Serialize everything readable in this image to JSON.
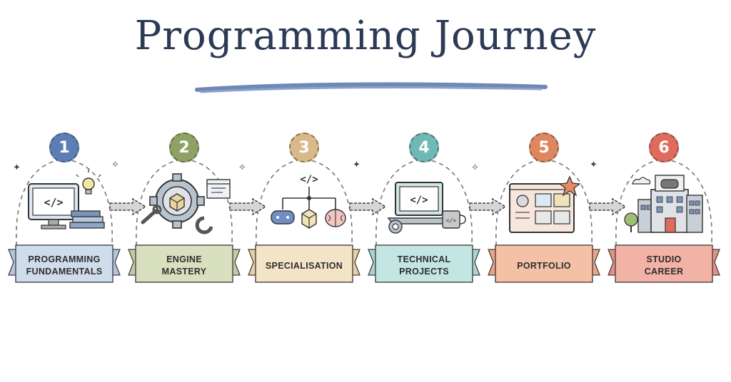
{
  "title": "Programming Journey",
  "stages": [
    {
      "number": "1",
      "line1": "PROGRAMMING",
      "line2": "FUNDAMENTALS",
      "color": "#5b7fb5",
      "banner": "#cfdcec"
    },
    {
      "number": "2",
      "line1": "ENGINE",
      "line2": "MASTERY",
      "color": "#8ea264",
      "banner": "#d9e0c0"
    },
    {
      "number": "3",
      "line1": "SPECIALISATION",
      "line2": "",
      "color": "#d9b98a",
      "banner": "#f3e3c7"
    },
    {
      "number": "4",
      "line1": "TECHNICAL",
      "line2": "PROJECTS",
      "color": "#6fb8b3",
      "banner": "#c4e6e3"
    },
    {
      "number": "5",
      "line1": "PORTFOLIO",
      "line2": "",
      "color": "#e0865e",
      "banner": "#f4c1a6"
    },
    {
      "number": "6",
      "line1": "STUDIO",
      "line2": "CAREER",
      "color": "#e06b5c",
      "banner": "#f2b2a6"
    }
  ],
  "icons": {
    "stage1": [
      "monitor-code-icon",
      "lightbulb-icon",
      "books-icon"
    ],
    "stage2": [
      "gear-cube-icon",
      "settings-panel-icon",
      "wrench-icon"
    ],
    "stage3": [
      "code-tag-icon",
      "gamepad-icon",
      "cube-icon",
      "brain-icon"
    ],
    "stage4": [
      "laptop-code-icon",
      "gear-icon",
      "code-mug-icon"
    ],
    "stage5": [
      "portfolio-board-icon",
      "star-icon"
    ],
    "stage6": [
      "studio-building-icon",
      "gamepad-sign-icon",
      "tree-icon",
      "cloud-icon"
    ]
  },
  "code_glyph": "</>"
}
